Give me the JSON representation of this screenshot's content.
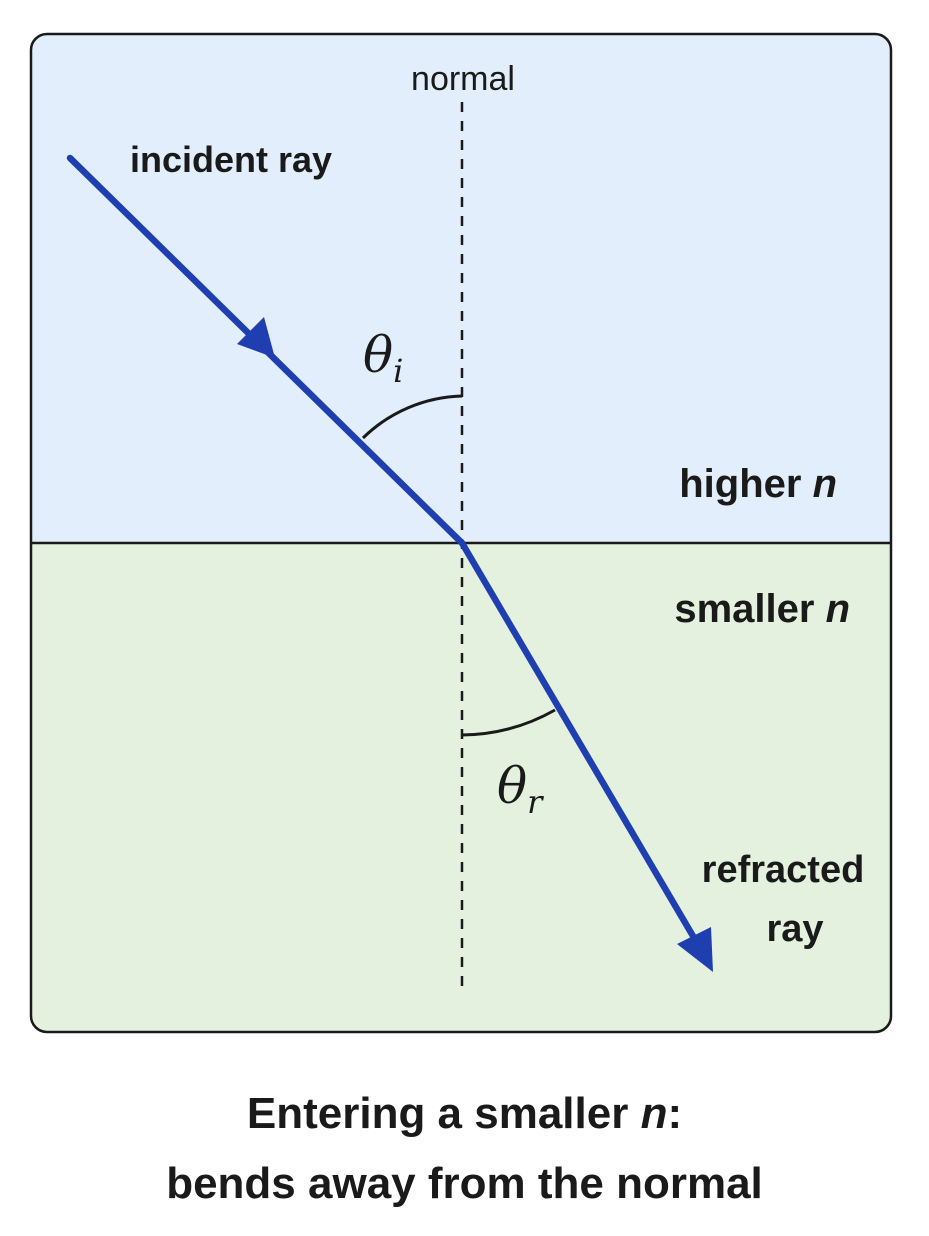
{
  "labels": {
    "normal": "normal",
    "incident_ray": "incident ray",
    "refracted_ray_line1": "refracted",
    "refracted_ray_line2": "ray",
    "theta_i_symbol": "θ",
    "theta_i_sub": "i",
    "theta_r_symbol": "θ",
    "theta_r_sub": "r",
    "upper_medium_text": "higher ",
    "upper_medium_var": "n",
    "lower_medium_text": "smaller ",
    "lower_medium_var": "n"
  },
  "caption": {
    "line1_text": "Entering a smaller ",
    "line1_var": "n",
    "line1_end": ":",
    "line2": "bends away from the normal"
  },
  "colors": {
    "upper_medium_fill": "#e2eefb",
    "lower_medium_fill": "#e4f1de",
    "ray": "#1f3fb0",
    "upper_medium_label": "#1f3fb0",
    "lower_medium_label": "#2e5e1e",
    "outline": "#1a1a1a"
  }
}
